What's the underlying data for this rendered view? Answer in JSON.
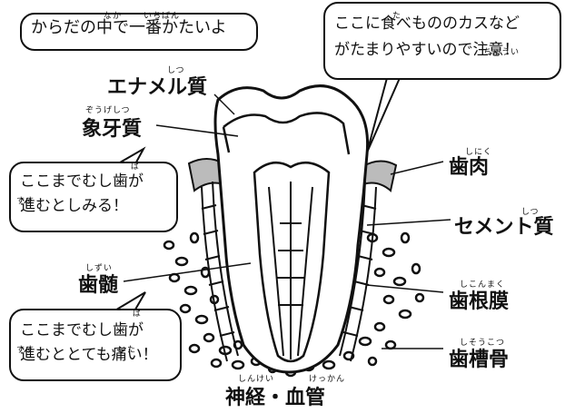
{
  "bubbles": {
    "top_left": "からだの中で一番かたいよ",
    "top_right_line1": "ここに食べもののカスなど",
    "top_right_line2": "がたまりやすいので注意！",
    "mid_left_line1": "ここまでむし歯が",
    "mid_left_line2": "進むとしみる！",
    "bottom_left_line1": "ここまでむし歯が",
    "bottom_left_line2": "進むととても痛い！"
  },
  "labels": {
    "enamel": "エナメル質",
    "dentin": "象牙質",
    "gum": "歯肉",
    "cementum": "セメント質",
    "pulp": "歯髄",
    "periodontal_ligament": "歯根膜",
    "alveolar_bone": "歯槽骨",
    "nerves_vessels": "神経・血管"
  },
  "readings": {
    "naka": "なか",
    "ichiban": "いちばん",
    "shitsu": "しつ",
    "zouge_shitsu": "ぞうげしつ",
    "ta": "た",
    "chuui": "ちゅうい",
    "shiniku": "しにく",
    "ba": "ば",
    "susu": "すす",
    "shizui": "しずい",
    "shikonmaku": "しこんまく",
    "ita": "いた",
    "shisoukotsu": "しそうこつ",
    "shinkei": "しんけい",
    "kekkan": "けっかん"
  }
}
